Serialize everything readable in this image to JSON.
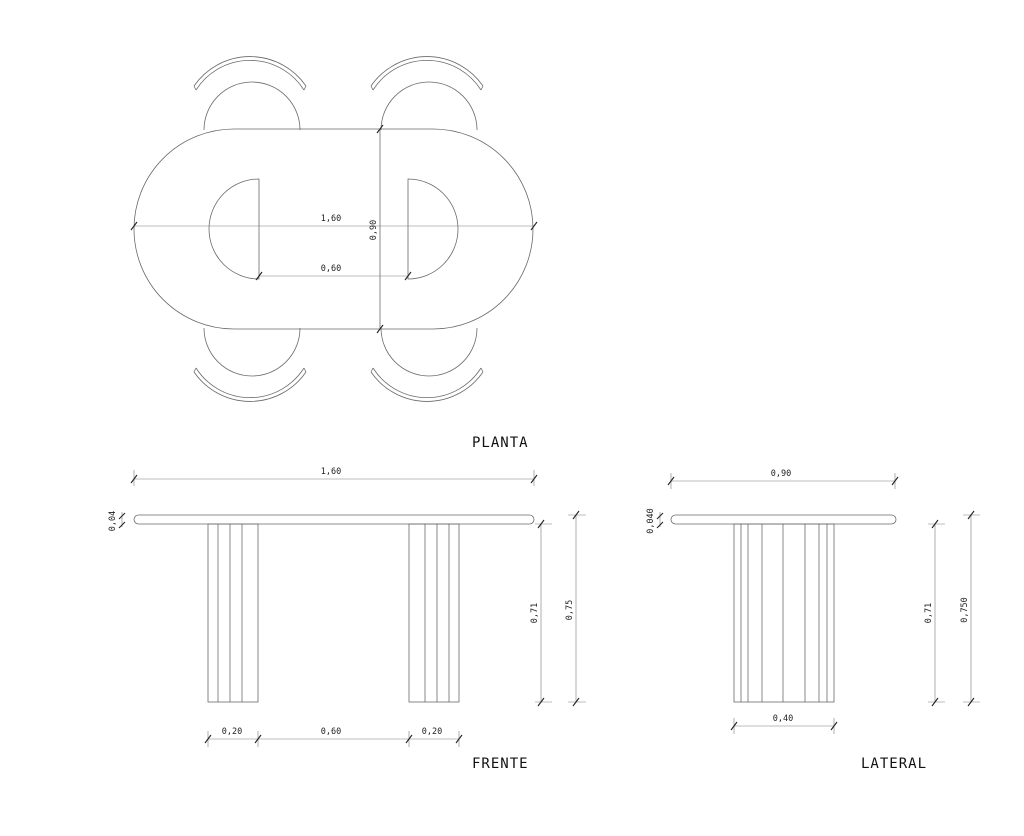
{
  "views": {
    "plan": {
      "title": "PLANTA"
    },
    "front": {
      "title": "FRENTE"
    },
    "side": {
      "title": "LATERAL"
    }
  },
  "dimensions": {
    "plan_length": "1,60",
    "plan_width": "0,90",
    "plan_gap": "0,60",
    "front_length": "1,60",
    "front_top_thickness": "0,04",
    "front_leg_height": "0,71",
    "front_total_height": "0,75",
    "front_leg_left": "0,20",
    "front_leg_gap": "0,60",
    "front_leg_right": "0,20",
    "side_width": "0,90",
    "side_top_thickness": "0,040",
    "side_leg_height": "0,71",
    "side_total_height": "0,750",
    "side_leg_width": "0,40"
  }
}
